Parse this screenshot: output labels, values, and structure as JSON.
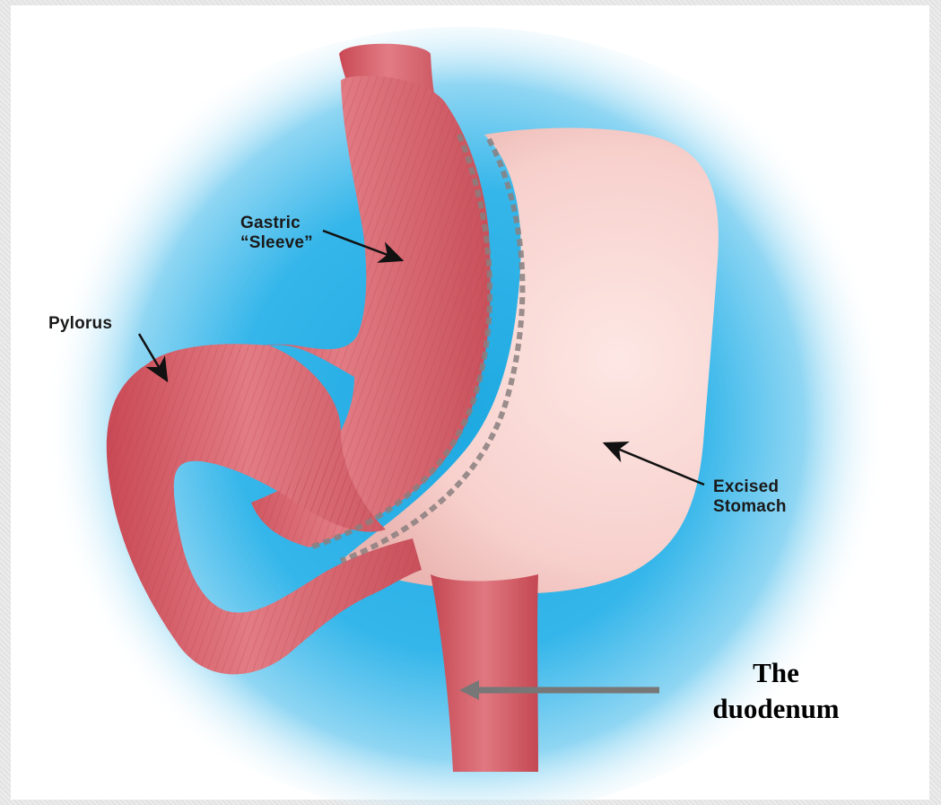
{
  "labels": {
    "gastric_sleeve": [
      "Gastric",
      "“Sleeve”"
    ],
    "pylorus": "Pylorus",
    "excised_stomach": [
      "Excised",
      "Stomach"
    ],
    "duodenum": [
      "The",
      "duodenum"
    ]
  },
  "colors": {
    "background_glow": "#2fb3e6",
    "sleeve_tissue": "#d9646f",
    "excised_stomach": "#f8d2cf",
    "staples": "#8a7f7f",
    "arrow_black": "#111111",
    "arrow_gray": "#777777"
  }
}
